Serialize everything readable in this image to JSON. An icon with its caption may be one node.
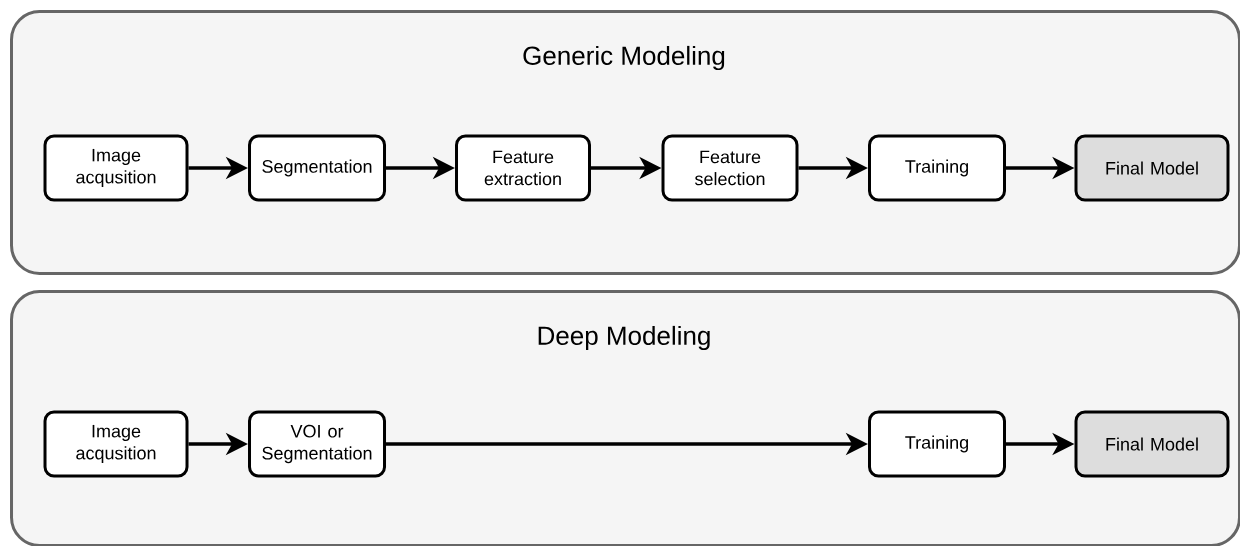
{
  "diagram": {
    "nodes": [
      {
        "text": [
          "Generic Modeling"
        ]
      },
      {
        "text": [
          "Image acqusition"
        ],
        "in": 0
      },
      {
        "text": [
          "Segmentation"
        ],
        "in": 0
      },
      {
        "text": [
          "Feature extraction"
        ],
        "in": 0
      },
      {
        "text": [
          "Feature selection"
        ],
        "in": 0
      },
      {
        "text": [
          "Training"
        ],
        "in": 0
      },
      {
        "text": [
          "Final Model"
        ],
        "in": 0
      },
      {
        "text": [
          "Deep Modeling"
        ]
      },
      {
        "text": [
          "Image acqusition"
        ],
        "in": 7
      },
      {
        "text": [
          "VOI or Segmentation"
        ],
        "in": 7
      },
      {
        "text": [
          "Training"
        ],
        "in": 7
      },
      {
        "text": [
          "Final Model"
        ],
        "in": 7
      }
    ],
    "edges": [
      {
        "from": 1,
        "to": 2,
        "arrow": "to"
      },
      {
        "from": 2,
        "to": 3,
        "arrow": "to"
      },
      {
        "from": 3,
        "to": 4,
        "arrow": "to"
      },
      {
        "from": 4,
        "to": 5,
        "arrow": "to"
      },
      {
        "from": 5,
        "to": 6,
        "arrow": "to"
      },
      {
        "from": 8,
        "to": 9,
        "arrow": "to"
      },
      {
        "from": 9,
        "to": 10,
        "arrow": "to"
      },
      {
        "from": 10,
        "to": 11,
        "arrow": "to"
      }
    ]
  }
}
